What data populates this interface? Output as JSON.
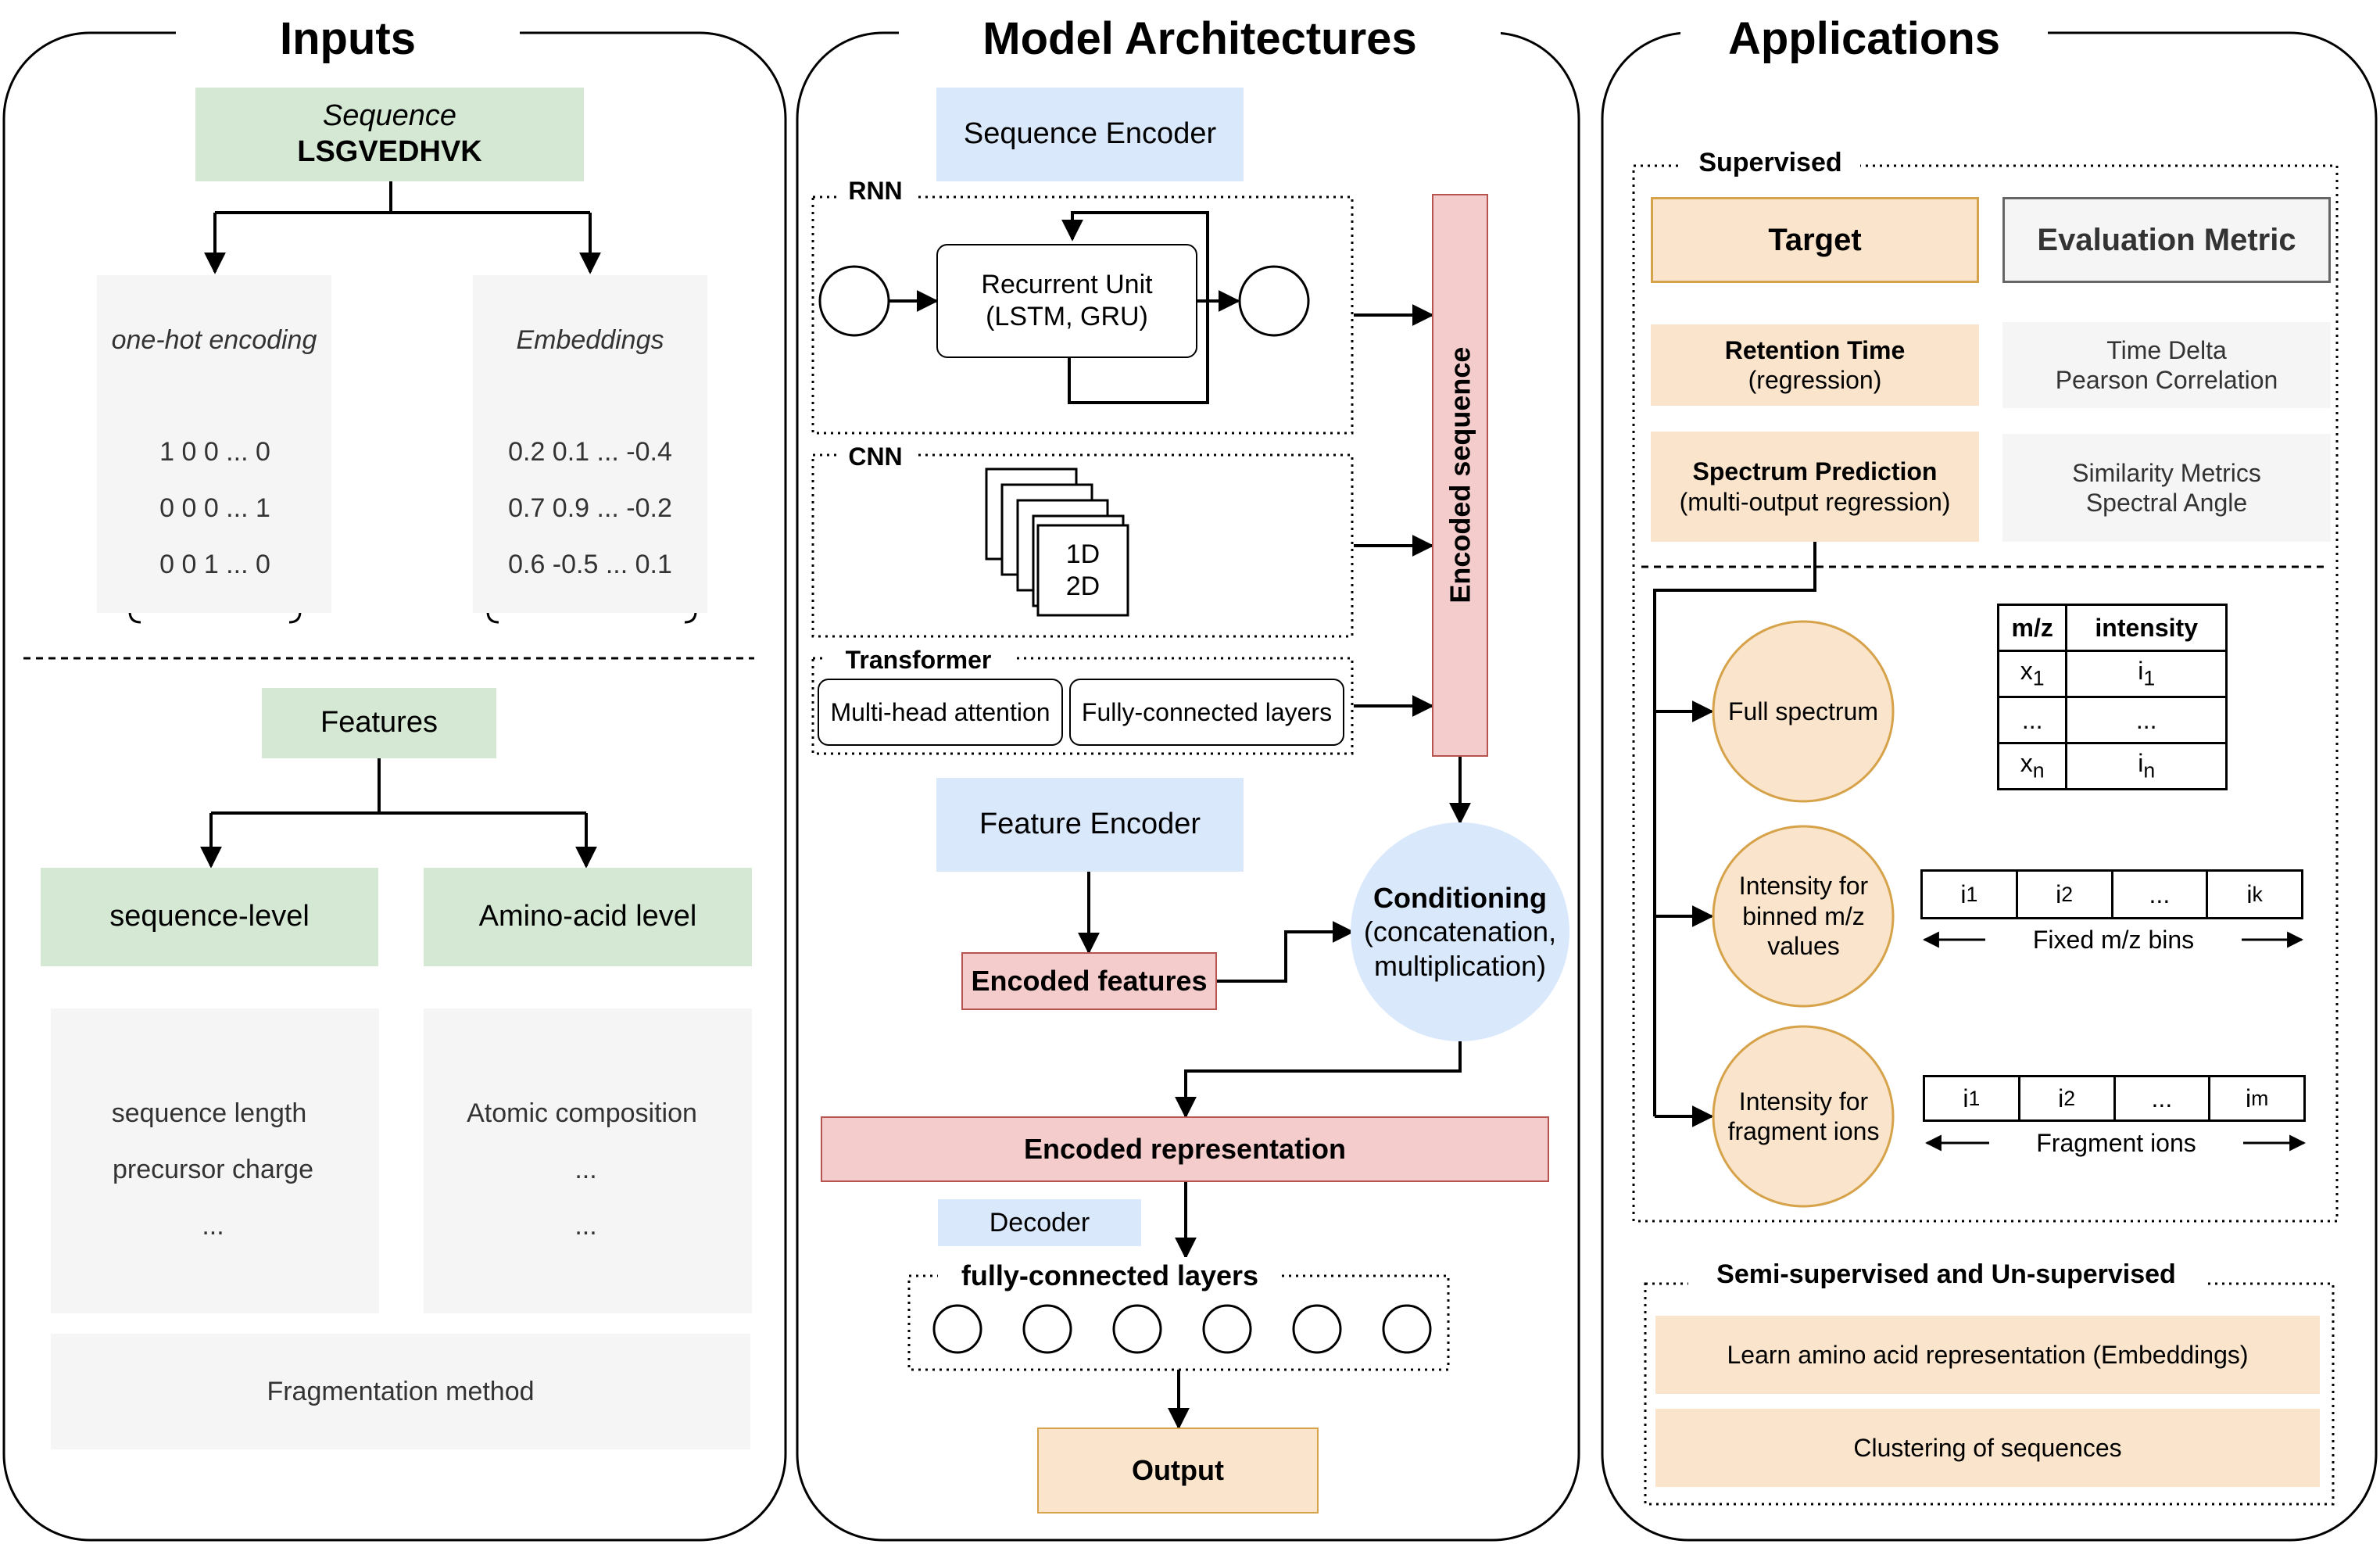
{
  "titles": {
    "inputs": "Inputs",
    "models": "Model Architectures",
    "applications": "Applications"
  },
  "inputs": {
    "sequence_label": "Sequence",
    "sequence_value": "LSGVEDHVK",
    "onehot": {
      "label": "one-hot encoding",
      "rows": [
        "1 0 0 ... 0",
        "0 0 0 ... 1",
        "0 0 1 ... 0"
      ]
    },
    "embeddings": {
      "label": "Embeddings",
      "rows": [
        "0.2 0.1 ... -0.4",
        "0.7 0.9 ... -0.2",
        "0.6 -0.5 ... 0.1"
      ]
    },
    "features": "Features",
    "sequence_level": "sequence-level",
    "amino_acid_level": "Amino-acid level",
    "seq_level_items": [
      "sequence length",
      "precursor charge",
      "..."
    ],
    "aa_level_items": [
      "Atomic composition",
      "...",
      "..."
    ],
    "fragmentation": "Fragmentation method"
  },
  "models": {
    "sequence_encoder": "Sequence Encoder",
    "rnn": "RNN",
    "recurrent_unit": "Recurrent Unit",
    "recurrent_unit_sub": "(LSTM, GRU)",
    "cnn": "CNN",
    "cnn_1d": "1D",
    "cnn_2d": "2D",
    "transformer": "Transformer",
    "mha": "Multi-head attention",
    "fcl": "Fully-connected layers",
    "encoded_sequence": "Encoded sequence",
    "feature_encoder": "Feature Encoder",
    "encoded_features": "Encoded features",
    "conditioning": "Conditioning",
    "conditioning_sub1": "(concatenation,",
    "conditioning_sub2": "multiplication)",
    "encoded_representation": "Encoded representation",
    "decoder": "Decoder",
    "fully_connected": "fully-connected layers",
    "output": "Output"
  },
  "applications": {
    "supervised": "Supervised",
    "target": "Target",
    "evaluation_metric": "Evaluation Metric",
    "retention_time": "Retention Time",
    "retention_time_sub": "(regression)",
    "rt_metric_1": "Time Delta",
    "rt_metric_2": "Pearson Correlation",
    "spectrum_prediction": "Spectrum Prediction",
    "spectrum_prediction_sub": "(multi-output regression)",
    "sp_metric_1": "Similarity Metrics",
    "sp_metric_2": "Spectral Angle",
    "full_spectrum": "Full spectrum",
    "table_header_mz": "m/z",
    "table_header_intensity": "intensity",
    "intensity_binned_1": "Intensity for",
    "intensity_binned_2": "binned m/z",
    "intensity_binned_3": "values",
    "fixed_bins": "Fixed m/z bins",
    "intensity_frag_1": "Intensity for",
    "intensity_frag_2": "fragment ions",
    "fragment_ions": "Fragment ions",
    "semi_supervised": "Semi-supervised and Un-supervised",
    "learn_aa": "Learn amino acid representation (Embeddings)",
    "clustering": "Clustering of sequences"
  }
}
